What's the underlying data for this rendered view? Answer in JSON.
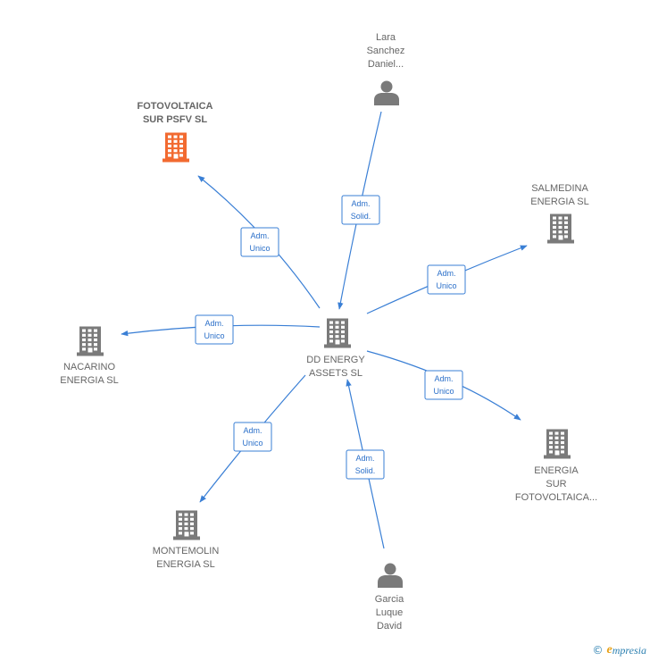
{
  "colors": {
    "edge": "#3a7fd5",
    "company": "#7a7a7a",
    "highlight": "#f26a30",
    "person": "#7a7a7a"
  },
  "nodes": [
    {
      "id": "center",
      "kind": "company",
      "icon": "building-icon",
      "lines": [
        "DD ENERGY",
        "ASSETS  SL"
      ]
    },
    {
      "id": "fotovoltaica",
      "kind": "company-highlight",
      "icon": "building-icon",
      "lines": [
        "FOTOVOLTAICA",
        "SUR PSFV  SL"
      ]
    },
    {
      "id": "lara",
      "kind": "person",
      "icon": "person-icon",
      "lines": [
        "Lara",
        "Sanchez",
        "Daniel..."
      ]
    },
    {
      "id": "salmedina",
      "kind": "company",
      "icon": "building-icon",
      "lines": [
        "SALMEDINA",
        "ENERGIA  SL"
      ]
    },
    {
      "id": "nacarino",
      "kind": "company",
      "icon": "building-icon",
      "lines": [
        "NACARINO",
        "ENERGIA  SL"
      ]
    },
    {
      "id": "energia_sur",
      "kind": "company",
      "icon": "building-icon",
      "lines": [
        "ENERGIA",
        "SUR",
        "FOTOVOLTAICA..."
      ]
    },
    {
      "id": "montemolin",
      "kind": "company",
      "icon": "building-icon",
      "lines": [
        "MONTEMOLIN",
        "ENERGIA  SL"
      ]
    },
    {
      "id": "garcia",
      "kind": "person",
      "icon": "person-icon",
      "lines": [
        "Garcia",
        "Luque",
        "David"
      ]
    }
  ],
  "edges": [
    {
      "from": "center",
      "to": "fotovoltaica",
      "label": [
        "Adm.",
        "Unico"
      ]
    },
    {
      "from": "lara",
      "to": "center",
      "label": [
        "Adm.",
        "Solid."
      ]
    },
    {
      "from": "center",
      "to": "salmedina",
      "label": [
        "Adm.",
        "Unico"
      ]
    },
    {
      "from": "center",
      "to": "nacarino",
      "label": [
        "Adm.",
        "Unico"
      ]
    },
    {
      "from": "center",
      "to": "energia_sur",
      "label": [
        "Adm.",
        "Unico"
      ]
    },
    {
      "from": "center",
      "to": "montemolin",
      "label": [
        "Adm.",
        "Unico"
      ]
    },
    {
      "from": "garcia",
      "to": "center",
      "label": [
        "Adm.",
        "Solid."
      ]
    }
  ],
  "watermark": {
    "symbol": "©",
    "brand_initial": "e",
    "brand_rest": "mpresia"
  }
}
